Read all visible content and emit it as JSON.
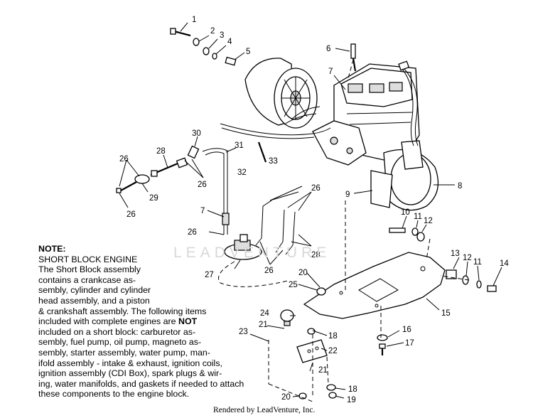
{
  "diagram": {
    "callouts": [
      "1",
      "2",
      "3",
      "4",
      "5",
      "6",
      "7",
      "8",
      "9",
      "10",
      "11",
      "12",
      "13",
      "14",
      "15",
      "16",
      "17",
      "18",
      "19",
      "20",
      "21",
      "22",
      "23",
      "24",
      "25",
      "26",
      "27",
      "28",
      "29",
      "30",
      "31",
      "32",
      "33"
    ]
  },
  "note": {
    "heading": "NOTE:",
    "lines": [
      "SHORT BLOCK ENGINE",
      "The Short Block assembly",
      "contains a crankcase as-",
      "sembly, cylinder and cylinder",
      "head assembly, and a piston",
      "& crankshaft assembly.  The following items",
      "included with complete engines are ",
      "included on a short block:  carburetor as-",
      "sembly, fuel pump, oil pump, magneto as-",
      "sembly, starter assembly, water pump, man-",
      "ifold assembly - intake & exhaust, ignition coils,",
      "ignition assembly (CDI Box), spark plugs & wir-",
      "ing, water manifolds, and gaskets if needed to attach",
      "these components to the engine block."
    ],
    "emphasis": "NOT"
  },
  "watermark": "LEADVENTURE",
  "footer": "Rendered by LeadVenture, Inc."
}
